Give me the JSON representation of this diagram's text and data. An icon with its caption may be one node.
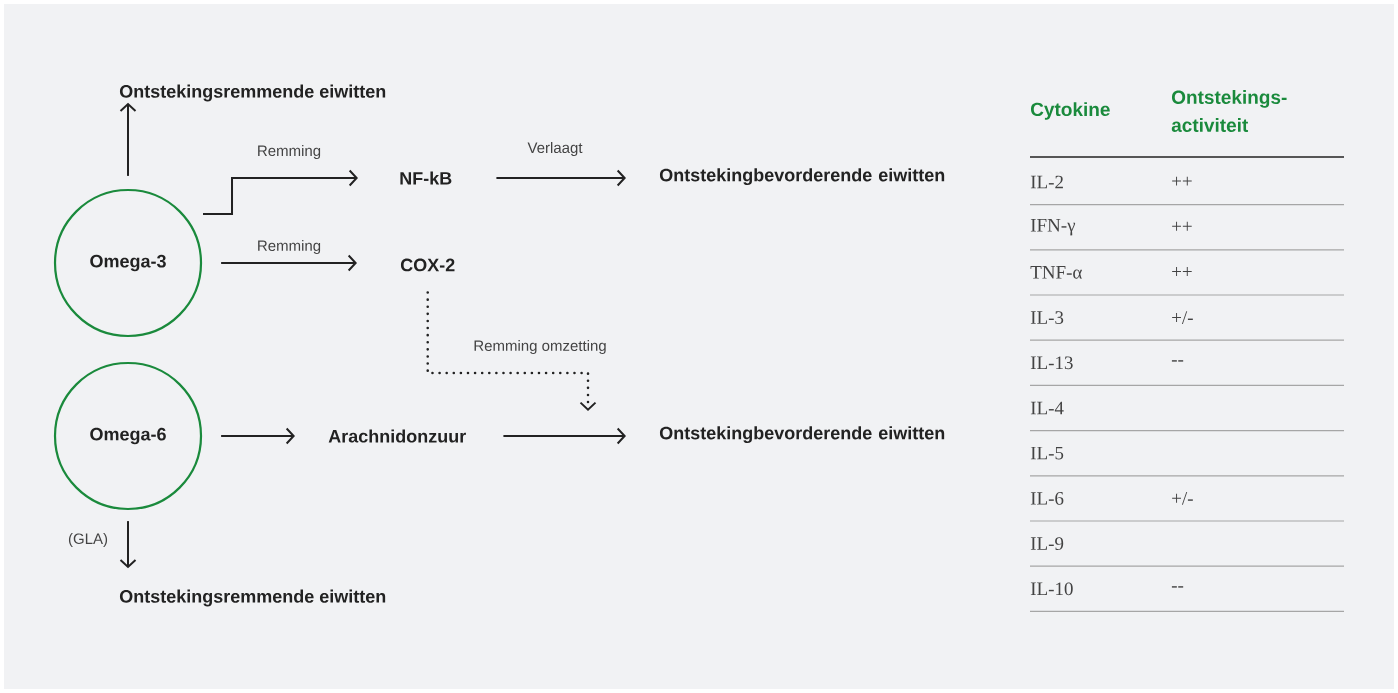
{
  "diagram": {
    "nodes": [
      {
        "text": [
          "Omega-3"
        ]
      },
      {
        "text": [
          "Ontstekingsremmende eiwitten"
        ]
      },
      {
        "text": [
          "NF-kB"
        ]
      },
      {
        "text": [
          "Ontstekingbevorderende eiwitten"
        ]
      },
      {
        "text": [
          "COX-2"
        ]
      },
      {
        "text": [
          "Omega-6"
        ]
      },
      {
        "text": [
          "Arachnidonzuur"
        ]
      },
      {
        "text": [
          "Ontstekingbevorderende eiwitten"
        ]
      },
      {
        "text": [
          "Ontstekingsremmende eiwitten"
        ]
      }
    ],
    "edges": [
      {
        "from": 0,
        "to": 1,
        "arrow": "to"
      },
      {
        "from": 0,
        "to": 2,
        "arrow": "to",
        "label": "Remming"
      },
      {
        "from": 2,
        "to": 3,
        "arrow": "to",
        "label": "Verlaagt"
      },
      {
        "from": 0,
        "to": 4,
        "arrow": "to",
        "label": "Remming"
      },
      {
        "from": 4,
        "to": null,
        "arrow": "to",
        "label": "Remming omzetting",
        "style": "dashed"
      },
      {
        "from": 5,
        "to": 6,
        "arrow": "to"
      },
      {
        "from": 6,
        "to": 7,
        "arrow": "to"
      },
      {
        "from": 5,
        "to": 8,
        "arrow": "to",
        "label": "(GLA)"
      }
    ],
    "labels": [
      "Cytokine",
      "Ontstekings-activiteit",
      "IL-2",
      "++",
      "IFN-γ",
      "++",
      "TNF-α",
      "++",
      "IL-3",
      "+/-",
      "IL-13",
      "--",
      "IL-4",
      "IL-5",
      "IL-6",
      "+/-",
      "IL-9",
      "IL-10",
      "--"
    ]
  }
}
